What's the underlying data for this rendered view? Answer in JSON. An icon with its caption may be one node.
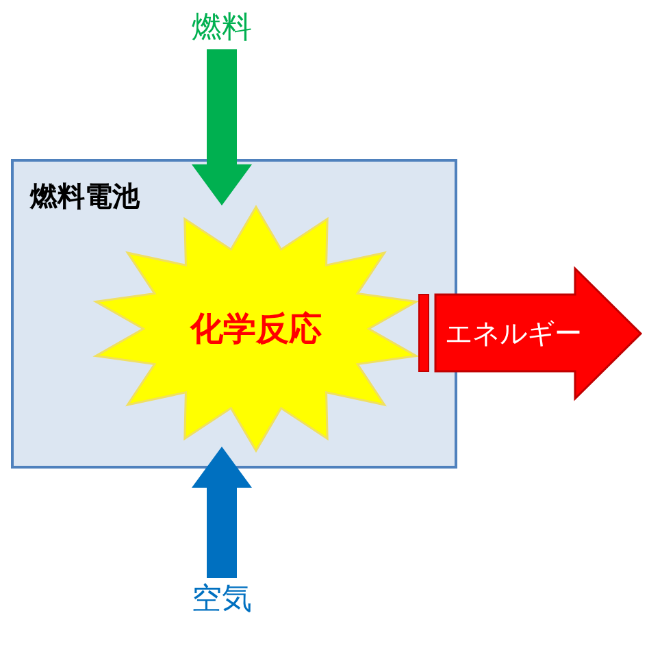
{
  "diagram": {
    "nodes": [
      {
        "text": [
          "燃料"
        ]
      },
      {
        "text": [
          "燃料電池"
        ]
      },
      {
        "text": [
          "化学反応"
        ],
        "in": 1
      },
      {
        "text": [
          "エネルギー"
        ]
      },
      {
        "text": [
          "空気"
        ]
      }
    ],
    "edges": [
      {
        "from": 0,
        "to": 2,
        "arrow": "to",
        "style": "thick",
        "color": "#00b050"
      },
      {
        "from": 4,
        "to": 2,
        "arrow": "to",
        "style": "thick",
        "color": "#0070c0"
      }
    ]
  }
}
